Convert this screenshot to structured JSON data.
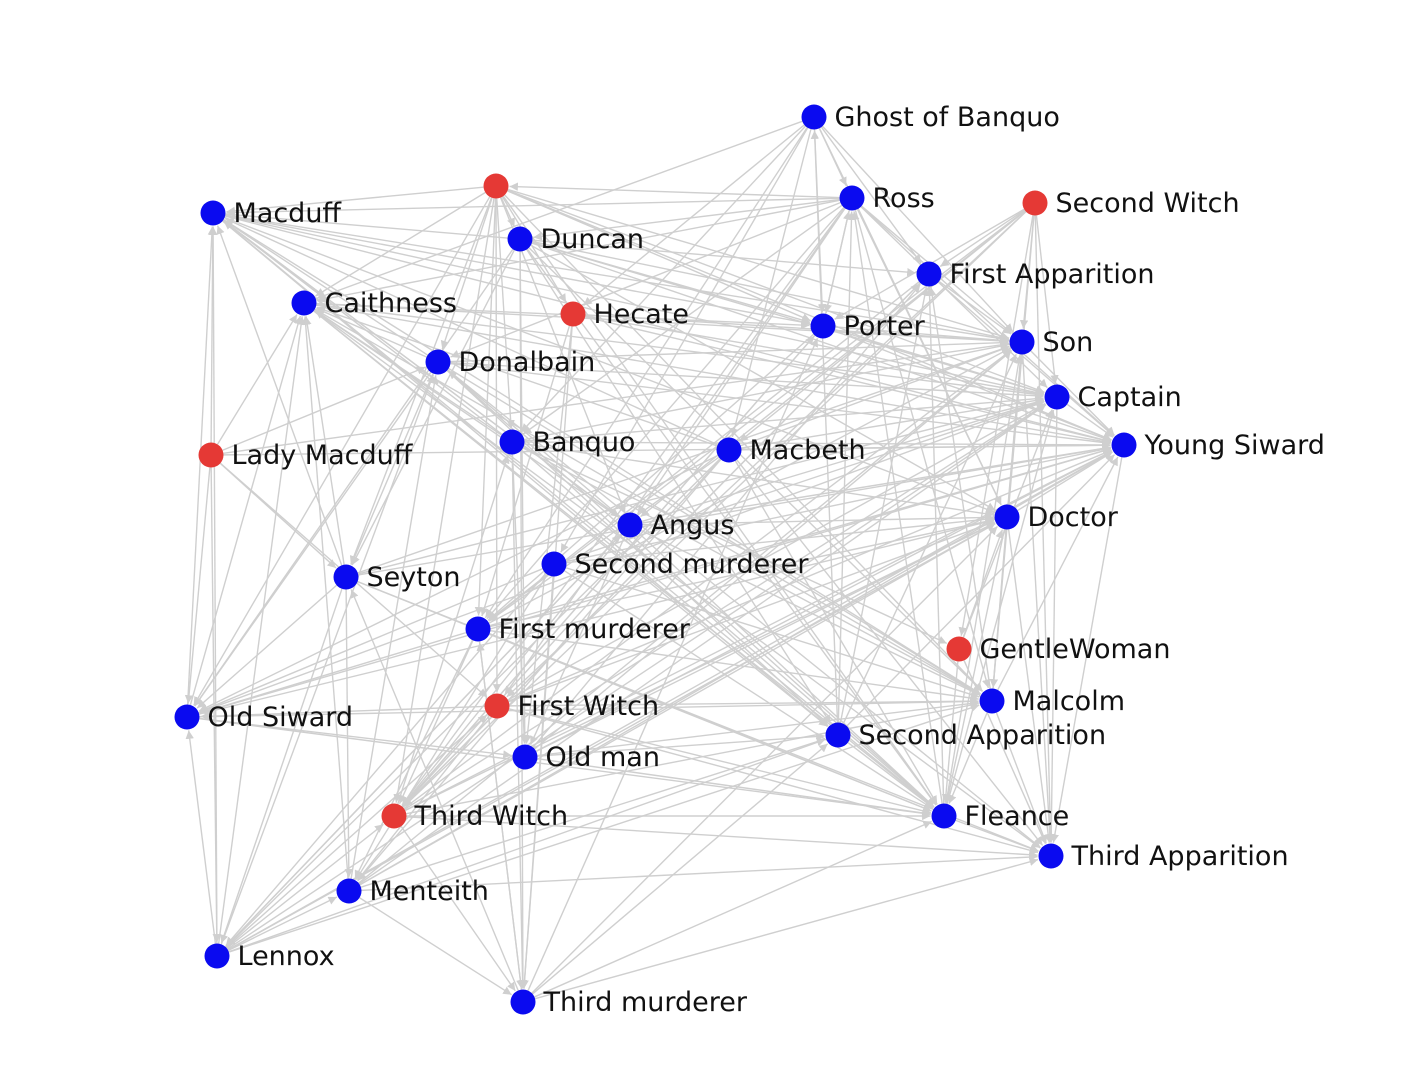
{
  "graph": {
    "colors": {
      "edge": "#cfcfcf",
      "node_blue": "#0a0af0",
      "node_red": "#e53935",
      "label": "#111111"
    },
    "nodes": [
      {
        "id": "witch",
        "label": "",
        "color": "red"
      },
      {
        "id": "ghost",
        "label": "Ghost of Banquo",
        "color": "blue"
      },
      {
        "id": "ross",
        "label": "Ross",
        "color": "blue"
      },
      {
        "id": "secwitch",
        "label": "Second Witch",
        "color": "red"
      },
      {
        "id": "macduff",
        "label": "Macduff",
        "color": "blue"
      },
      {
        "id": "duncan",
        "label": "Duncan",
        "color": "blue"
      },
      {
        "id": "firstapp",
        "label": "First Apparition",
        "color": "blue"
      },
      {
        "id": "caithness",
        "label": "Caithness",
        "color": "blue"
      },
      {
        "id": "hecate",
        "label": "Hecate",
        "color": "red"
      },
      {
        "id": "porter",
        "label": "Porter",
        "color": "blue"
      },
      {
        "id": "son",
        "label": "Son",
        "color": "blue"
      },
      {
        "id": "donalbain",
        "label": "Donalbain",
        "color": "blue"
      },
      {
        "id": "captain",
        "label": "Captain",
        "color": "blue"
      },
      {
        "id": "ladymacduff",
        "label": "Lady Macduff",
        "color": "red"
      },
      {
        "id": "banquo",
        "label": "Banquo",
        "color": "blue"
      },
      {
        "id": "macbeth",
        "label": "Macbeth",
        "color": "blue"
      },
      {
        "id": "youngsiward",
        "label": "Young Siward",
        "color": "blue"
      },
      {
        "id": "angus",
        "label": "Angus",
        "color": "blue"
      },
      {
        "id": "doctor",
        "label": "Doctor",
        "color": "blue"
      },
      {
        "id": "secmurderer",
        "label": "Second murderer",
        "color": "blue"
      },
      {
        "id": "seyton",
        "label": "Seyton",
        "color": "blue"
      },
      {
        "id": "firstmurderer",
        "label": "First murderer",
        "color": "blue"
      },
      {
        "id": "gentlewoman",
        "label": "GentleWoman",
        "color": "red"
      },
      {
        "id": "oldsiward",
        "label": "Old Siward",
        "color": "blue"
      },
      {
        "id": "firstwitch",
        "label": "First Witch",
        "color": "red"
      },
      {
        "id": "malcolm",
        "label": "Malcolm",
        "color": "blue"
      },
      {
        "id": "secapp",
        "label": "Second Apparition",
        "color": "blue"
      },
      {
        "id": "oldman",
        "label": "Old man",
        "color": "blue"
      },
      {
        "id": "thirdwitch",
        "label": "Third Witch",
        "color": "red"
      },
      {
        "id": "fleance",
        "label": "Fleance",
        "color": "blue"
      },
      {
        "id": "thirdapp",
        "label": "Third Apparition",
        "color": "blue"
      },
      {
        "id": "menteith",
        "label": "Menteith",
        "color": "blue"
      },
      {
        "id": "lennox",
        "label": "Lennox",
        "color": "blue"
      },
      {
        "id": "thirdmurderer",
        "label": "Third murderer",
        "color": "blue"
      }
    ],
    "edges": [
      [
        "witch",
        "macduff"
      ],
      [
        "witch",
        "duncan"
      ],
      [
        "witch",
        "caithness"
      ],
      [
        "witch",
        "hecate"
      ],
      [
        "witch",
        "donalbain"
      ],
      [
        "witch",
        "banquo"
      ],
      [
        "witch",
        "porter"
      ],
      [
        "witch",
        "son"
      ],
      [
        "witch",
        "captain"
      ],
      [
        "witch",
        "youngsiward"
      ],
      [
        "witch",
        "angus"
      ],
      [
        "witch",
        "seyton"
      ],
      [
        "witch",
        "firstmurderer"
      ],
      [
        "witch",
        "oldsiward"
      ],
      [
        "witch",
        "firstwitch"
      ],
      [
        "witch",
        "malcolm"
      ],
      [
        "witch",
        "fleance"
      ],
      [
        "witch",
        "thirdwitch"
      ],
      [
        "ross",
        "witch"
      ],
      [
        "ross",
        "macduff"
      ],
      [
        "ross",
        "duncan"
      ],
      [
        "ross",
        "caithness"
      ],
      [
        "ross",
        "donalbain"
      ],
      [
        "ross",
        "banquo"
      ],
      [
        "ross",
        "porter"
      ],
      [
        "ross",
        "son"
      ],
      [
        "ross",
        "captain"
      ],
      [
        "ross",
        "youngsiward"
      ],
      [
        "ross",
        "angus"
      ],
      [
        "ross",
        "firstmurderer"
      ],
      [
        "ross",
        "firstwitch"
      ],
      [
        "ross",
        "thirdwitch"
      ],
      [
        "ross",
        "malcolm"
      ],
      [
        "ross",
        "doctor"
      ],
      [
        "ghost",
        "banquo"
      ],
      [
        "ghost",
        "macbeth"
      ],
      [
        "ghost",
        "ross"
      ],
      [
        "ghost",
        "porter"
      ],
      [
        "ghost",
        "firstapp"
      ],
      [
        "ghost",
        "son"
      ],
      [
        "ghost",
        "hecate"
      ],
      [
        "ghost",
        "firstmurderer"
      ],
      [
        "ghost",
        "secmurderer"
      ],
      [
        "ghost",
        "doctor"
      ],
      [
        "ghost",
        "caithness"
      ],
      [
        "secwitch",
        "firstapp"
      ],
      [
        "secwitch",
        "porter"
      ],
      [
        "secwitch",
        "son"
      ],
      [
        "secwitch",
        "captain"
      ],
      [
        "secwitch",
        "macbeth"
      ],
      [
        "secwitch",
        "angus"
      ],
      [
        "secwitch",
        "firstwitch"
      ],
      [
        "secwitch",
        "gentlewoman"
      ],
      [
        "secwitch",
        "malcolm"
      ],
      [
        "secwitch",
        "thirdwitch"
      ],
      [
        "secwitch",
        "thirdapp"
      ],
      [
        "secwitch",
        "firstmurderer"
      ],
      [
        "macduff",
        "son"
      ],
      [
        "macduff",
        "captain"
      ],
      [
        "macduff",
        "youngsiward"
      ],
      [
        "macduff",
        "doctor"
      ],
      [
        "macduff",
        "malcolm"
      ],
      [
        "macduff",
        "fleance"
      ],
      [
        "macduff",
        "secapp"
      ],
      [
        "macduff",
        "angus"
      ],
      [
        "macduff",
        "porter"
      ],
      [
        "macduff",
        "firstapp"
      ],
      [
        "duncan",
        "porter"
      ],
      [
        "duncan",
        "son"
      ],
      [
        "duncan",
        "captain"
      ],
      [
        "duncan",
        "youngsiward"
      ],
      [
        "duncan",
        "doctor"
      ],
      [
        "duncan",
        "malcolm"
      ],
      [
        "duncan",
        "fleance"
      ],
      [
        "duncan",
        "secapp"
      ],
      [
        "duncan",
        "oldman"
      ],
      [
        "duncan",
        "thirdmurderer"
      ],
      [
        "duncan",
        "seyton"
      ],
      [
        "duncan",
        "oldsiward"
      ],
      [
        "caithness",
        "porter"
      ],
      [
        "caithness",
        "son"
      ],
      [
        "caithness",
        "captain"
      ],
      [
        "caithness",
        "youngsiward"
      ],
      [
        "caithness",
        "malcolm"
      ],
      [
        "caithness",
        "fleance"
      ],
      [
        "caithness",
        "thirdapp"
      ],
      [
        "caithness",
        "secapp"
      ],
      [
        "hecate",
        "son"
      ],
      [
        "hecate",
        "youngsiward"
      ],
      [
        "hecate",
        "captain"
      ],
      [
        "hecate",
        "oldman"
      ],
      [
        "hecate",
        "thirdmurderer"
      ],
      [
        "hecate",
        "firstmurderer"
      ],
      [
        "donalbain",
        "son"
      ],
      [
        "donalbain",
        "captain"
      ],
      [
        "donalbain",
        "youngsiward"
      ],
      [
        "donalbain",
        "malcolm"
      ],
      [
        "donalbain",
        "fleance"
      ],
      [
        "donalbain",
        "secapp"
      ],
      [
        "donalbain",
        "thirdapp"
      ],
      [
        "donalbain",
        "seyton"
      ],
      [
        "donalbain",
        "oldsiward"
      ],
      [
        "donalbain",
        "caithness"
      ],
      [
        "donalbain",
        "macduff"
      ],
      [
        "ladymacduff",
        "macduff"
      ],
      [
        "ladymacduff",
        "caithness"
      ],
      [
        "ladymacduff",
        "donalbain"
      ],
      [
        "ladymacduff",
        "seyton"
      ],
      [
        "ladymacduff",
        "oldsiward"
      ],
      [
        "ladymacduff",
        "firstwitch"
      ],
      [
        "ladymacduff",
        "lennox"
      ],
      [
        "ladymacduff",
        "youngsiward"
      ],
      [
        "ladymacduff",
        "son"
      ],
      [
        "banquo",
        "macduff"
      ],
      [
        "banquo",
        "caithness"
      ],
      [
        "banquo",
        "son"
      ],
      [
        "banquo",
        "captain"
      ],
      [
        "banquo",
        "youngsiward"
      ],
      [
        "banquo",
        "doctor"
      ],
      [
        "banquo",
        "malcolm"
      ],
      [
        "banquo",
        "fleance"
      ],
      [
        "banquo",
        "oldman"
      ],
      [
        "banquo",
        "thirdmurderer"
      ],
      [
        "banquo",
        "gentlewoman"
      ],
      [
        "macbeth",
        "macduff"
      ],
      [
        "macbeth",
        "caithness"
      ],
      [
        "macbeth",
        "son"
      ],
      [
        "macbeth",
        "captain"
      ],
      [
        "macbeth",
        "youngsiward"
      ],
      [
        "macbeth",
        "fleance"
      ],
      [
        "macbeth",
        "lennox"
      ],
      [
        "macbeth",
        "menteith"
      ],
      [
        "macbeth",
        "firstmurderer"
      ],
      [
        "macbeth",
        "oldsiward"
      ],
      [
        "macbeth",
        "thirdwitch"
      ],
      [
        "macbeth",
        "thirdapp"
      ],
      [
        "angus",
        "macduff"
      ],
      [
        "angus",
        "caithness"
      ],
      [
        "angus",
        "donalbain"
      ],
      [
        "angus",
        "youngsiward"
      ],
      [
        "angus",
        "captain"
      ],
      [
        "angus",
        "doctor"
      ],
      [
        "angus",
        "malcolm"
      ],
      [
        "angus",
        "fleance"
      ],
      [
        "angus",
        "oldman"
      ],
      [
        "angus",
        "thirdwitch"
      ],
      [
        "angus",
        "lennox"
      ],
      [
        "secmurderer",
        "youngsiward"
      ],
      [
        "secmurderer",
        "doctor"
      ],
      [
        "secmurderer",
        "captain"
      ],
      [
        "secmurderer",
        "malcolm"
      ],
      [
        "secmurderer",
        "fleance"
      ],
      [
        "secmurderer",
        "thirdmurderer"
      ],
      [
        "secmurderer",
        "menteith"
      ],
      [
        "secmurderer",
        "lennox"
      ],
      [
        "secmurderer",
        "oldsiward"
      ],
      [
        "seyton",
        "macduff"
      ],
      [
        "seyton",
        "caithness"
      ],
      [
        "seyton",
        "youngsiward"
      ],
      [
        "seyton",
        "son"
      ],
      [
        "seyton",
        "fleance"
      ],
      [
        "seyton",
        "oldsiward"
      ],
      [
        "seyton",
        "lennox"
      ],
      [
        "seyton",
        "menteith"
      ],
      [
        "seyton",
        "thirdapp"
      ],
      [
        "seyton",
        "captain"
      ],
      [
        "firstmurderer",
        "son"
      ],
      [
        "firstmurderer",
        "youngsiward"
      ],
      [
        "firstmurderer",
        "doctor"
      ],
      [
        "firstmurderer",
        "malcolm"
      ],
      [
        "firstmurderer",
        "fleance"
      ],
      [
        "firstmurderer",
        "thirdmurderer"
      ],
      [
        "firstmurderer",
        "thirdwitch"
      ],
      [
        "firstmurderer",
        "oldsiward"
      ],
      [
        "firstmurderer",
        "menteith"
      ],
      [
        "oldsiward",
        "macduff"
      ],
      [
        "oldsiward",
        "caithness"
      ],
      [
        "oldsiward",
        "youngsiward"
      ],
      [
        "oldsiward",
        "doctor"
      ],
      [
        "oldsiward",
        "malcolm"
      ],
      [
        "oldsiward",
        "oldman"
      ],
      [
        "oldsiward",
        "fleance"
      ],
      [
        "oldsiward",
        "captain"
      ],
      [
        "firstwitch",
        "youngsiward"
      ],
      [
        "firstwitch",
        "doctor"
      ],
      [
        "firstwitch",
        "malcolm"
      ],
      [
        "firstwitch",
        "fleance"
      ],
      [
        "firstwitch",
        "thirdapp"
      ],
      [
        "firstwitch",
        "oldsiward"
      ],
      [
        "firstwitch",
        "menteith"
      ],
      [
        "firstwitch",
        "captain"
      ],
      [
        "oldman",
        "youngsiward"
      ],
      [
        "oldman",
        "doctor"
      ],
      [
        "oldman",
        "malcolm"
      ],
      [
        "oldman",
        "fleance"
      ],
      [
        "oldman",
        "secapp"
      ],
      [
        "oldman",
        "firstapp"
      ],
      [
        "oldman",
        "son"
      ],
      [
        "thirdwitch",
        "son"
      ],
      [
        "thirdwitch",
        "youngsiward"
      ],
      [
        "thirdwitch",
        "doctor"
      ],
      [
        "thirdwitch",
        "malcolm"
      ],
      [
        "thirdwitch",
        "fleance"
      ],
      [
        "thirdwitch",
        "thirdapp"
      ],
      [
        "thirdwitch",
        "firstapp"
      ],
      [
        "thirdwitch",
        "captain"
      ],
      [
        "thirdwitch",
        "porter"
      ],
      [
        "thirdwitch",
        "thirdmurderer"
      ],
      [
        "thirdwitch",
        "banquo"
      ],
      [
        "menteith",
        "youngsiward"
      ],
      [
        "menteith",
        "doctor"
      ],
      [
        "menteith",
        "thirdapp"
      ],
      [
        "menteith",
        "secapp"
      ],
      [
        "menteith",
        "captain"
      ],
      [
        "menteith",
        "caithness"
      ],
      [
        "menteith",
        "donalbain"
      ],
      [
        "menteith",
        "son"
      ],
      [
        "menteith",
        "thirdmurderer"
      ],
      [
        "lennox",
        "macduff"
      ],
      [
        "lennox",
        "caithness"
      ],
      [
        "lennox",
        "donalbain"
      ],
      [
        "lennox",
        "youngsiward"
      ],
      [
        "lennox",
        "captain"
      ],
      [
        "lennox",
        "doctor"
      ],
      [
        "lennox",
        "malcolm"
      ],
      [
        "lennox",
        "secapp"
      ],
      [
        "lennox",
        "oldsiward"
      ],
      [
        "lennox",
        "firstwitch"
      ],
      [
        "lennox",
        "thirdwitch"
      ],
      [
        "lennox",
        "menteith"
      ],
      [
        "lennox",
        "angus"
      ],
      [
        "thirdmurderer",
        "doctor"
      ],
      [
        "thirdmurderer",
        "fleance"
      ],
      [
        "thirdmurderer",
        "thirdapp"
      ],
      [
        "thirdmurderer",
        "secapp"
      ],
      [
        "thirdmurderer",
        "porter"
      ],
      [
        "thirdmurderer",
        "firstmurderer"
      ],
      [
        "thirdmurderer",
        "seyton"
      ],
      [
        "doctor",
        "youngsiward"
      ],
      [
        "doctor",
        "fleance"
      ],
      [
        "doctor",
        "thirdapp"
      ],
      [
        "doctor",
        "malcolm"
      ],
      [
        "doctor",
        "son"
      ],
      [
        "gentlewoman",
        "fleance"
      ],
      [
        "gentlewoman",
        "thirdapp"
      ],
      [
        "gentlewoman",
        "doctor"
      ],
      [
        "gentlewoman",
        "captain"
      ],
      [
        "malcolm",
        "youngsiward"
      ],
      [
        "malcolm",
        "thirdapp"
      ],
      [
        "malcolm",
        "firstapp"
      ],
      [
        "malcolm",
        "son"
      ],
      [
        "malcolm",
        "fleance"
      ],
      [
        "secapp",
        "fleance"
      ],
      [
        "secapp",
        "youngsiward"
      ],
      [
        "secapp",
        "son"
      ],
      [
        "secapp",
        "firstapp"
      ],
      [
        "secapp",
        "ross"
      ],
      [
        "secapp",
        "ghost"
      ],
      [
        "fleance",
        "thirdapp"
      ],
      [
        "fleance",
        "captain"
      ],
      [
        "fleance",
        "firstapp"
      ],
      [
        "fleance",
        "son"
      ],
      [
        "fleance",
        "ross"
      ],
      [
        "porter",
        "youngsiward"
      ],
      [
        "porter",
        "captain"
      ],
      [
        "porter",
        "son"
      ],
      [
        "porter",
        "ross"
      ],
      [
        "porter",
        "firstmurderer"
      ],
      [
        "porter",
        "thirdwitch"
      ],
      [
        "firstapp",
        "son"
      ],
      [
        "firstapp",
        "youngsiward"
      ],
      [
        "firstapp",
        "firstmurderer"
      ],
      [
        "firstapp",
        "thirdwitch"
      ],
      [
        "son",
        "youngsiward"
      ],
      [
        "son",
        "thirdapp"
      ],
      [
        "captain",
        "youngsiward"
      ],
      [
        "captain",
        "thirdapp"
      ],
      [
        "youngsiward",
        "thirdapp"
      ]
    ]
  }
}
